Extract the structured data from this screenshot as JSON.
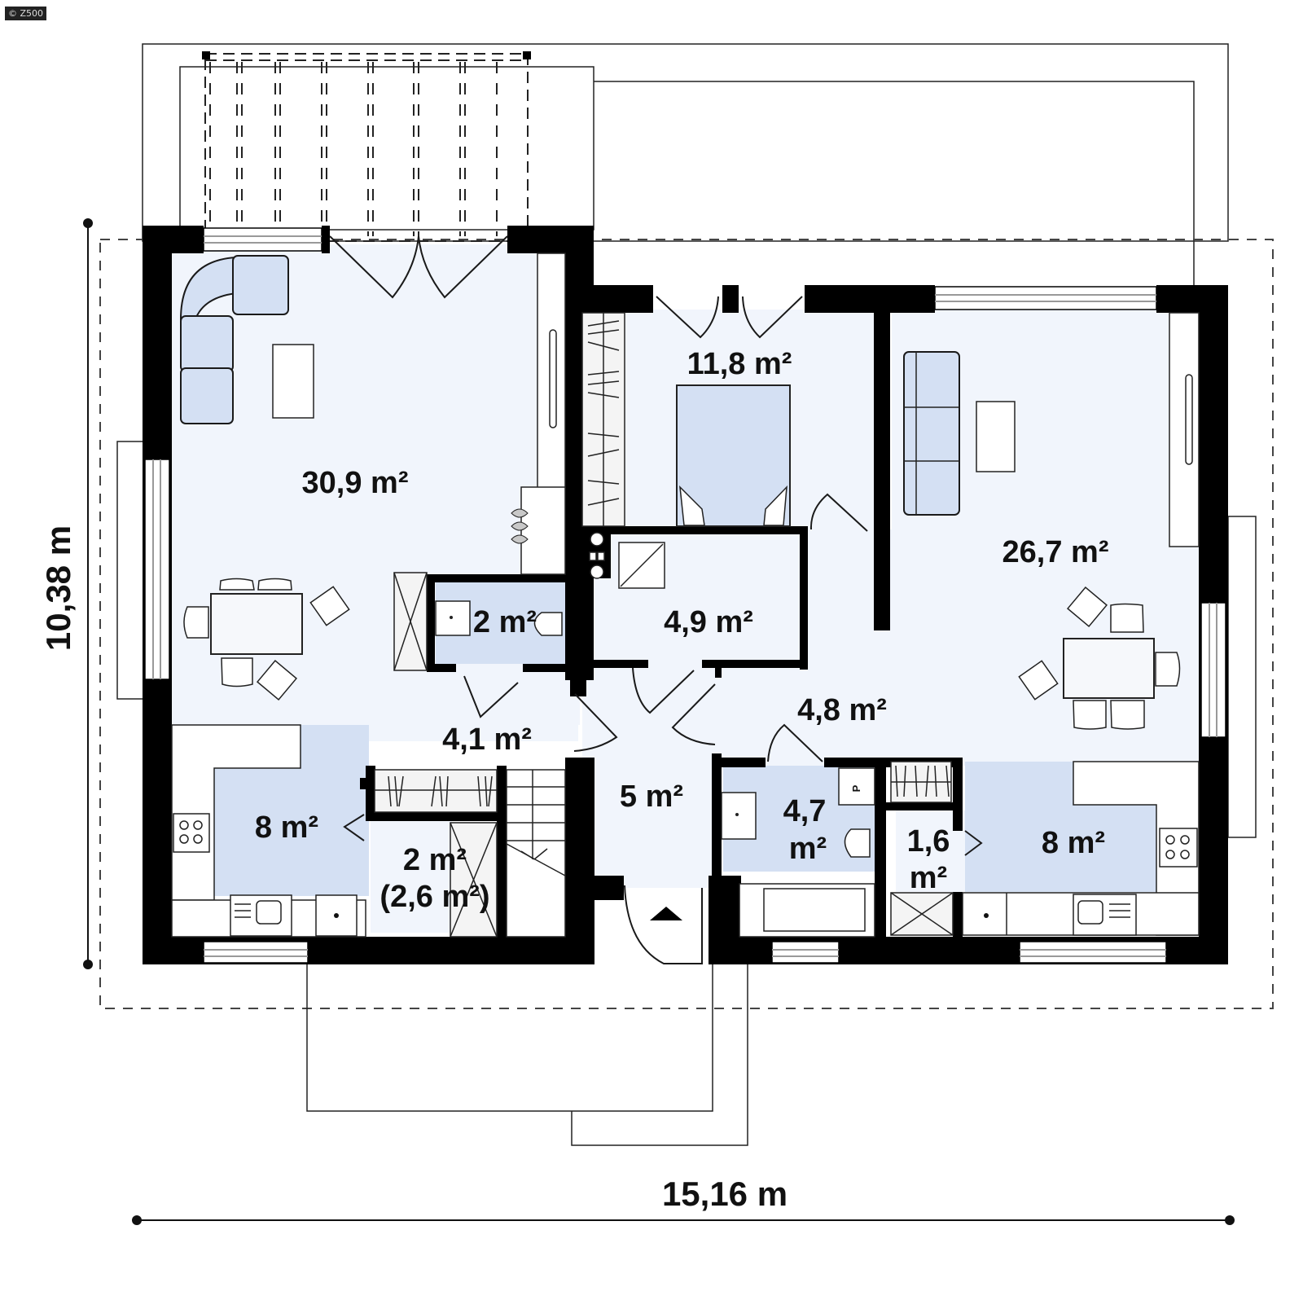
{
  "watermark": "© Z500",
  "dimensions": {
    "width_label": "15,16 m",
    "height_label": "10,38 m"
  },
  "rooms": {
    "living_left": "30,9 m²",
    "bedroom": "11,8 m²",
    "living_right": "26,7 m²",
    "wc_small": "2 m²",
    "utility": "4,9 m²",
    "hall_left": "4,1 m²",
    "hall_right": "4,8 m²",
    "vestibule": "5 m²",
    "kitchen_left": "8 m²",
    "pantry_line1": "2 m²",
    "pantry_line2": "(2,6 m²)",
    "bathroom_line1": "4,7",
    "bathroom_line2": "m²",
    "closet_line1": "1,6",
    "closet_line2": "m²",
    "kitchen_right": "8 m²"
  },
  "symbols": {
    "boiler_label": "P",
    "entrance_marker": "entrance-arrow"
  },
  "colors": {
    "wall": "#000000",
    "floor_light": "#f1f5fc",
    "floor_wet": "#d4e0f3",
    "furniture": "#d4e0f3"
  }
}
